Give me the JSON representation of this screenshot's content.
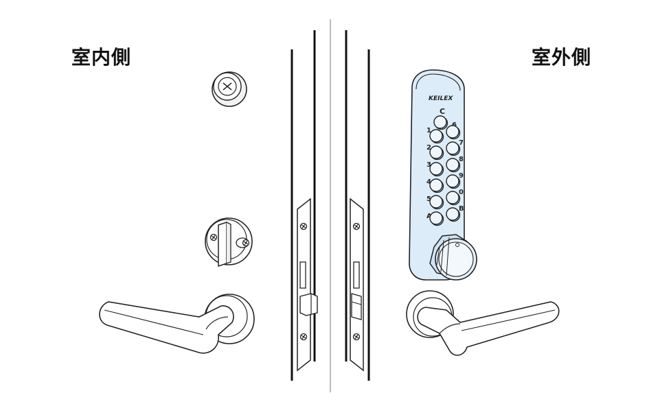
{
  "labels": {
    "inside": "室内側",
    "outside": "室外側"
  },
  "keypad": {
    "brand": "KEILEX",
    "top_key": "C",
    "left_keys": [
      "1",
      "2",
      "3",
      "4",
      "5",
      "A"
    ],
    "right_keys": [
      "6",
      "7",
      "8",
      "9",
      "0",
      "B"
    ]
  },
  "colors": {
    "line": "#222222",
    "keypad_fill": "#dcecf8",
    "divider": "#bbbbbb"
  }
}
